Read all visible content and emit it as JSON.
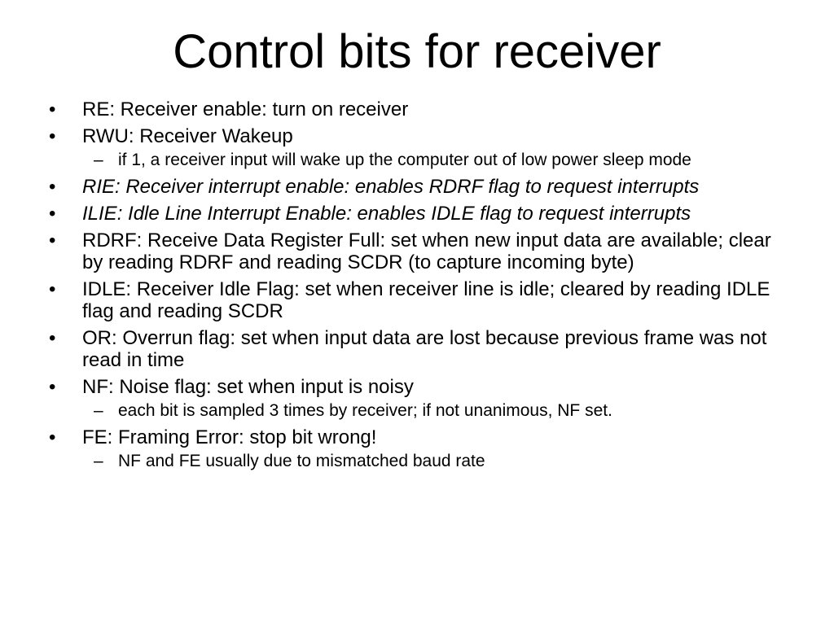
{
  "slide": {
    "title": "Control bits for receiver",
    "bullet_symbol": "•",
    "dash_symbol": "–",
    "items": [
      {
        "text": "RE: Receiver enable: turn on receiver",
        "italic": false
      },
      {
        "text": "RWU: Receiver Wakeup",
        "italic": false,
        "sub": [
          "if 1, a receiver input will wake up the computer out of low power sleep mode"
        ]
      },
      {
        "text": "RIE: Receiver interrupt enable: enables RDRF flag to request interrupts",
        "italic": true
      },
      {
        "text": "ILIE: Idle Line Interrupt Enable: enables IDLE flag to request interrupts",
        "italic": true
      },
      {
        "text": "RDRF: Receive Data Register Full: set when new input data are available; clear by reading RDRF and reading SCDR (to capture incoming byte)",
        "italic": false
      },
      {
        "text": "IDLE: Receiver Idle Flag: set when receiver line is idle; cleared by reading IDLE flag and reading SCDR",
        "italic": false
      },
      {
        "text": "OR: Overrun flag: set when input data are lost because previous frame was not read in time",
        "italic": false
      },
      {
        "text": "NF: Noise flag: set when input is noisy",
        "italic": false,
        "sub": [
          "each bit is sampled 3 times by receiver; if not unanimous, NF set."
        ]
      },
      {
        "text": "FE: Framing Error: stop bit wrong!",
        "italic": false,
        "sub": [
          "NF and FE usually due to mismatched baud rate"
        ]
      }
    ]
  }
}
